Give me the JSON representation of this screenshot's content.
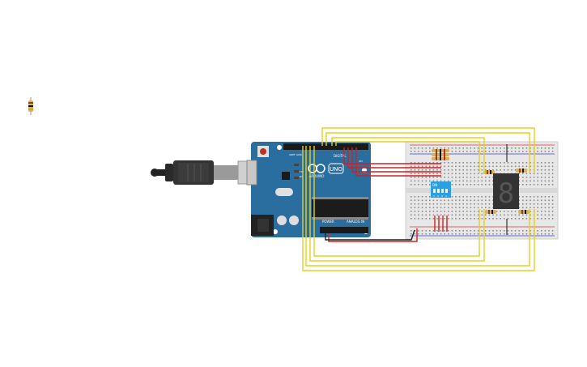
{
  "board": {
    "brand": "ARDUINO",
    "model": "UNO",
    "digital_label": "DIGITAL",
    "power_label": "POWER",
    "analog_label": "ANALOG IN",
    "aref_label": "AREF",
    "gnd_label": "GND",
    "tx_label": "TX",
    "rx_label": "RX",
    "on_label": "ON"
  },
  "dip": {
    "on_label": "ON",
    "positions": [
      "1",
      "2",
      "3",
      "4"
    ]
  },
  "display": {
    "digit": "8"
  },
  "colors": {
    "board_blue": "#2a6ea0",
    "breadboard": "#e7e7e7",
    "wire_yellow": "#e6d020",
    "wire_red": "#d02020",
    "wire_black": "#222222",
    "dip_blue": "#2aa0e0",
    "display_body": "#333333"
  }
}
